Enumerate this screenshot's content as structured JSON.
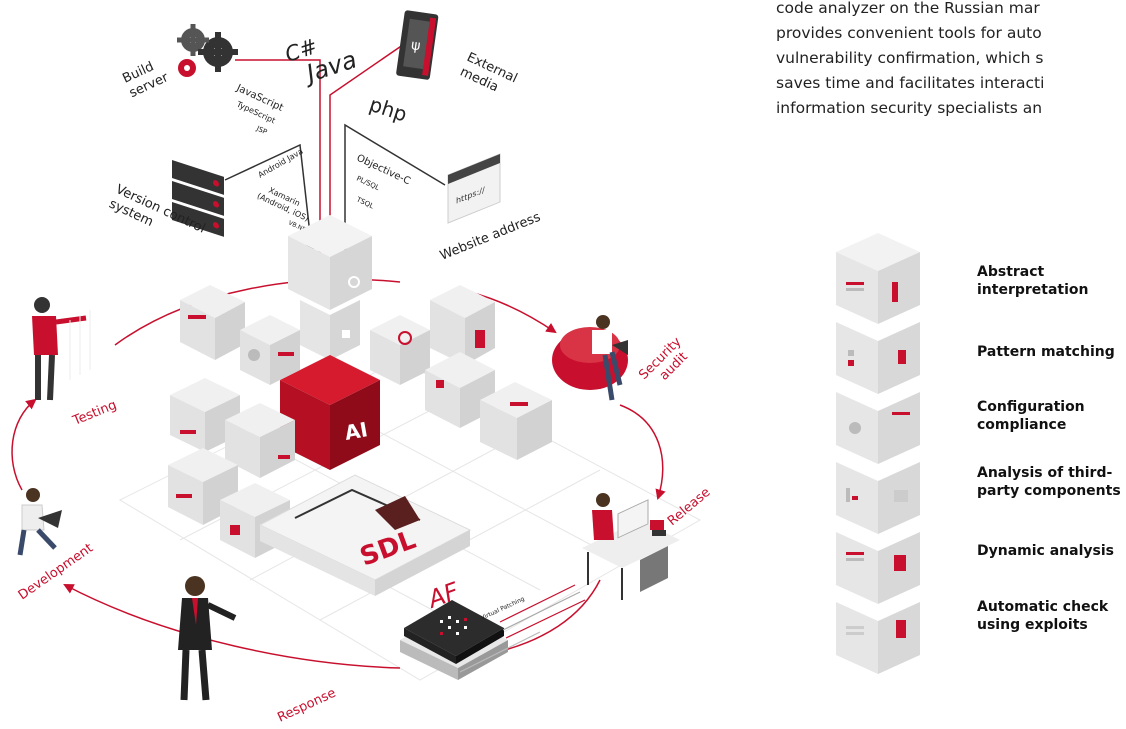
{
  "intro_lines": [
    "code analyzer on the Russian mar",
    "provides convenient tools for auto",
    "vulnerability confirmation, which s",
    "saves time and facilitates interacti",
    "information security specialists an"
  ],
  "sources": {
    "build_server": [
      "Build",
      "server"
    ],
    "external_media": [
      "External",
      "media"
    ],
    "version_control": [
      "Version control",
      "system"
    ],
    "website_address": "Website address",
    "url_bar": "https://"
  },
  "languages": {
    "csharp": "C#",
    "java": "Java",
    "php": "php",
    "javascript": "JavaScript",
    "typescript": "TypeScript",
    "jsp": "JSP",
    "android_java": "Android Java",
    "xamarin": [
      "Xamarin",
      "(Android, iOS)"
    ],
    "vbnet": "VB.NET",
    "objective_c": "Objective-C",
    "plsql": "PL/SQL",
    "tsql": "TSQL"
  },
  "core": {
    "ai": "AI",
    "sdl": "SDL",
    "af": "AF",
    "virtual_patching": "Virtual Patching"
  },
  "cycle": {
    "testing": "Testing",
    "security_audit": [
      "Security",
      "audit"
    ],
    "release": "Release",
    "response": "Response",
    "development": "Development"
  },
  "methods": [
    {
      "label": "Abstract interpretation",
      "lines": [
        "Abstract",
        "interpretation"
      ]
    },
    {
      "label": "Pattern matching",
      "lines": [
        "Pattern matching"
      ]
    },
    {
      "label": "Configuration compliance",
      "lines": [
        "Configuration",
        "compliance"
      ]
    },
    {
      "label": "Analysis of third-party components",
      "lines": [
        "Analysis of third-",
        "party components"
      ]
    },
    {
      "label": "Dynamic analysis",
      "lines": [
        "Dynamic analysis"
      ]
    },
    {
      "label": "Automatic check using exploits",
      "lines": [
        "Automatic check",
        "using exploits"
      ]
    }
  ],
  "colors": {
    "accent": "#c8102e",
    "cube_top": "#f0f0f0",
    "cube_left": "#e2e2e2",
    "cube_right": "#d2d2d2",
    "text": "#222222"
  }
}
